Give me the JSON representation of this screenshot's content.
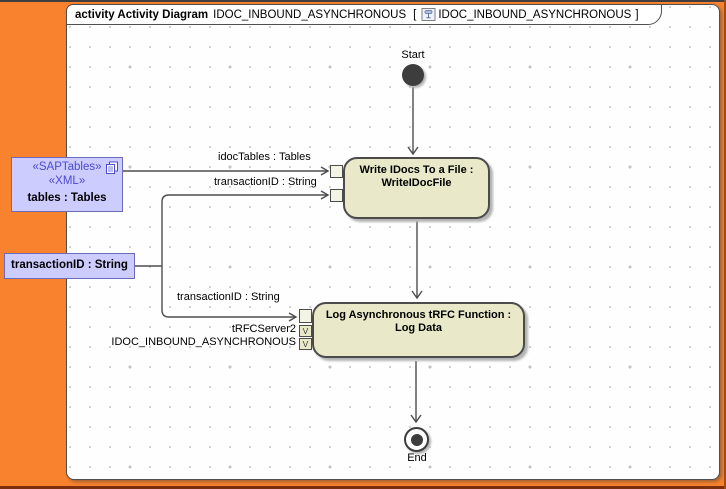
{
  "frame": {
    "keyword": "activity Activity Diagram",
    "diagram_name": "IDOC_INBOUND_ASYNCHRONOUS",
    "bracket_open": "[",
    "context_name": "IDOC_INBOUND_ASYNCHRONOUS",
    "bracket_close": "]"
  },
  "nodes": {
    "start": {
      "label": "Start"
    },
    "end": {
      "label": "End"
    },
    "write_idocs": {
      "label": "Write IDocs To a File : WriteIDocFile"
    },
    "log_data": {
      "label": "Log Asynchronous tRFC Function : Log Data"
    }
  },
  "parameters": {
    "tables": {
      "stereotype1": "«SAPTables»",
      "stereotype2": "«XML»",
      "label": "tables : Tables"
    },
    "transaction_id": {
      "label": "transactionID : String"
    }
  },
  "edge_labels": {
    "idoc_tables": "idocTables : Tables",
    "transaction_upper": "transactionID : String",
    "transaction_lower": "transactionID : String",
    "trfc_server": "tRFCServer2",
    "idoc_inbound": "IDOC_INBOUND_ASYNCHRONOUS"
  },
  "pins": {
    "value_glyph": "V"
  },
  "icons": {
    "tab_icon": "activity-diagram-icon",
    "copies_icon": "stacked-pages-icon"
  },
  "colors": {
    "orange_bg": "#f8822d",
    "frame_border": "#4f4f4f",
    "node_fill": "#e9e9c9",
    "node_border": "#4b4b4b",
    "node_shadow": "#b4b4b4",
    "param_fill": "#ccccff",
    "param_border": "#6a6abf",
    "stereotype_text": "#4b4bd0",
    "edge_color": "#4d4d4d"
  }
}
